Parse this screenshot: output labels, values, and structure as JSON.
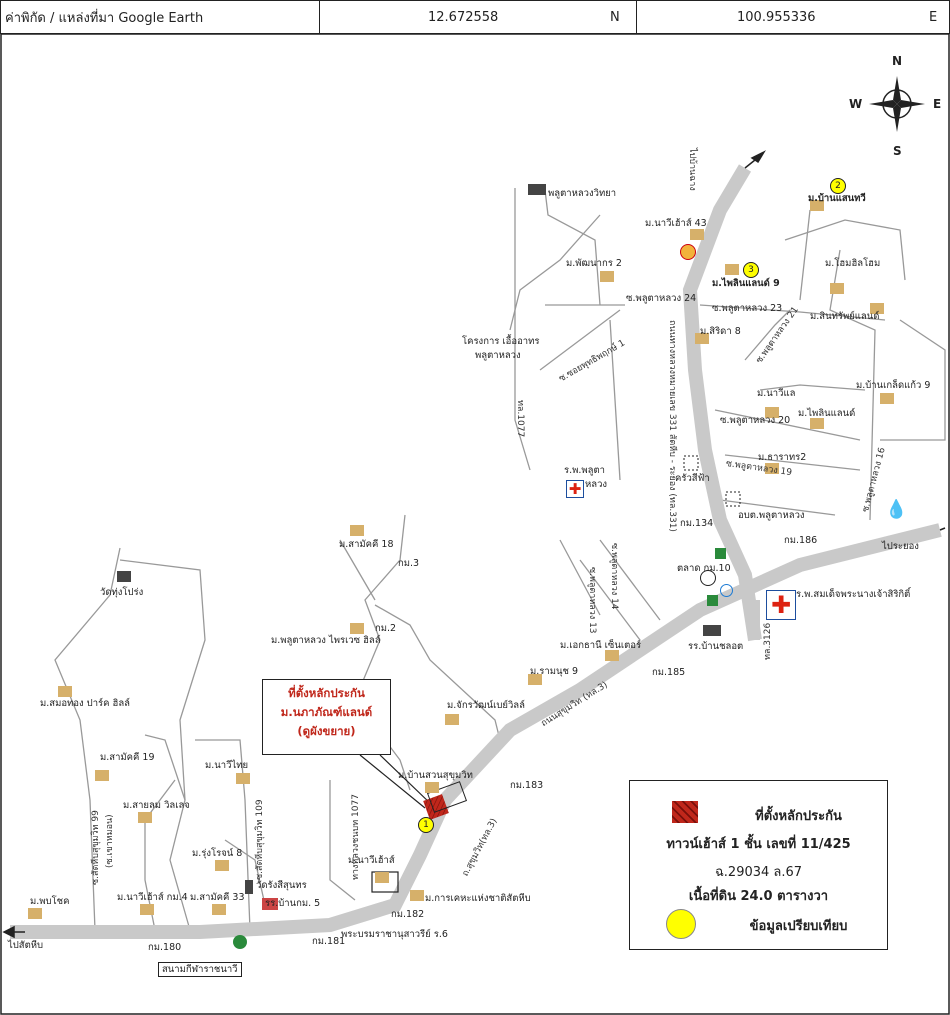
{
  "header": {
    "label": "ค่าพิกัด / แหล่งที่มา Google Earth",
    "lat_value": "12.672558",
    "lat_dir": "N",
    "lon_value": "100.955336",
    "lon_dir": "E"
  },
  "compass": {
    "n": "N",
    "s": "S",
    "w": "W",
    "e": "E"
  },
  "callout": {
    "line1": "ที่ตั้งหลักประกัน",
    "line2": "ม.นภาภัณฑ์แลนด์",
    "line3": "(ดูผังขยาย)"
  },
  "legend": {
    "line1": "ที่ตั้งหลักประกัน",
    "line2": "ทาวน์เฮ้าส์ 1 ชั้น เลขที่ 11/425",
    "line3": "ฉ.29034   ล.67",
    "line4": "เนื้อที่ดิน 24.0 ตารางวา",
    "line5": "ข้อมูลเปรียบเทียบ",
    "colors": {
      "subject": "#c0271b",
      "comparable": "#ffff00"
    }
  },
  "markers": [
    "1",
    "2",
    "3"
  ],
  "labels": {
    "to_ban_chang_top": "ไปบ้านฉาง",
    "to_sattahip": "ไปสัตหีบ",
    "to_rayong": "ไประยอง",
    "plutaluang_school": "พลูตาหลวงวิทยา",
    "m_naviehouse43": "ม.นาวีเฮ้าส์ 43",
    "m_phanakorn2": "ม.พัฒนากร 2",
    "m_bansaenthawee": "ม.บ้านแสนทวี",
    "m_phailinland9": "ม.ไพลินแลนด์ 9",
    "m_hoomhome": "ม.โฮมฮิลโฮม",
    "s_plutaluang24": "ซ.พลูตาหลวง 24",
    "s_plutaluang23": "ซ.พลูตาหลวง 23",
    "m_sinsapland": "ม.สินทรัพย์แลนด์",
    "m_sirada8": "ม.สิริดา 8",
    "s_plutaluang21": "ซ.พลูตาหลวง 21",
    "project_food": "โครงการ เอื้ออาทร",
    "project_food2": "พลูตาหลวง",
    "s_soiphutthi1": "ซ.ซอยพุทธิพฤกษ์ 1",
    "m_naviland": "ม.นาวีแล",
    "m_phailinland": "ม.ไพลินแลนด์",
    "m_bankerdkaew9": "ม.บ้านเกล็ดแก้ว 9",
    "s_plutaluang20": "ซ.พลูตาหลวง 20",
    "m_tharathip2": "ม.ธาราทร2",
    "s_plutaluang19": "ซ.พลูตาหลวง 19",
    "s_plutaluang16": "ซ.พลูตาหลวง 16",
    "rd_331": "ถนนทางหลวงหมายเลข 331 สัตหีบ - ระยอง (ทล.331)",
    "rd_1077_top": "ทล.1077",
    "hospital_pluta": "ร.พ.พลูตา",
    "hospital_pluta2": "หลวง",
    "kruasaifah": "ครัวสีฟ้า",
    "obt_plutaluang": "อบต.พลูตาหลวง",
    "km134": "กม.134",
    "km186": "กม.186",
    "m_samakkhi18": "ม.สามัคคี 18",
    "km3": "กม.3",
    "km10": "ตลาด กม.10",
    "hospital_queen": "ร.พ.สมเด็จพระนางเจ้าสิริกิติ์",
    "s_plutaluang14": "ซ.พลูตาหลวง 14",
    "s_plutaluang13": "ซ.พลูตาหลวง 13",
    "school_bancholot": "รร.บ้านชลอต",
    "rd_3126": "ทล.3126",
    "wat_thungprong": "วัดทุ่งโปร่ง",
    "km2": "กม.2",
    "m_plutaluang_privacy": "ม.พลูตาหลวง ไพรเวซ ฮิลล์",
    "m_ekkarani": "ม.เอกธานี เซ็นเตอร์",
    "m_ramnut9": "ม.รามนุช 9",
    "km185": "กม.185",
    "m_samorthong": "ม.สมอทอง ปาร์ค ฮิลล์",
    "m_jakkawat": "ม.จักรวัฒน์เบย์วิลล์",
    "rd_sukhumvit3": "ถนนสุขุมวิท (ทล.3)",
    "m_samakkhi19": "ม.สามัคคี 19",
    "m_navithai": "ม.นาวีไทย",
    "m_bansuan": "ม.บ้านสวนสุขุมวิท",
    "km183": "กม.183",
    "s_sattahip99": "ซ.สัตหีบสุขุมวิท 99",
    "s_thaomam": "(ซ.เขาหมอน)",
    "m_saylom": "ม.สายลม วิลเลจ",
    "s_sattahip109": "ซ.สัตหีบสุขุมวิท 109",
    "rd_1077_bottom": "ทางหลวงชนบท 1077",
    "rd_sukhumvit3b": "ถ.สุขุมวิท(ทล.3)",
    "m_rungroj8": "ม.รุ่งโรจน์ 8",
    "m_naviehouse": "ม.นาวีเฮ้าส์",
    "wat_rangsit": "วัดรังสีสุนทร",
    "school_km5": "รร.บ้านกม. 5",
    "m_phobchok": "ม.พบโชค",
    "m_navi4": "ม.นาวีเฮ้าส์ กม.4",
    "m_samakkhi33": "ม.สามัคคี 33",
    "m_kan_kaha": "ม.การเคหะแห่งชาติสัตหีบ",
    "km182": "กม.182",
    "km180": "กม.180",
    "km181": "กม.181",
    "phra_boromma": "พระบรมราชานุสาวรีย์ ร.6",
    "stadium": "สนามกีฬาราชนาวี"
  }
}
